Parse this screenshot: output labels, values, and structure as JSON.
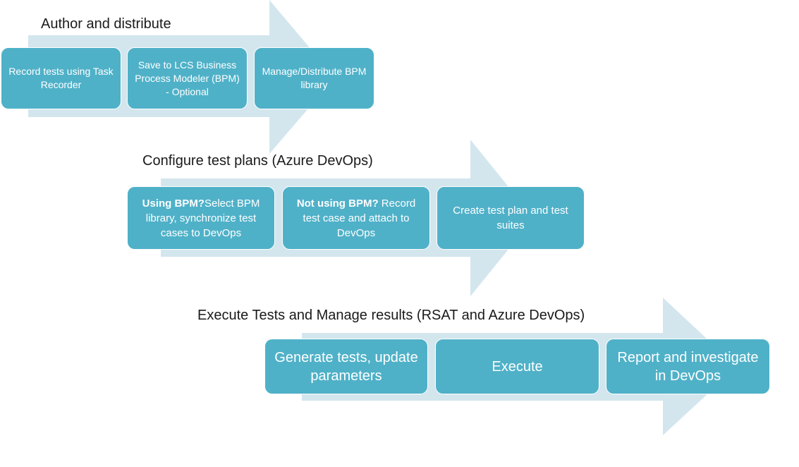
{
  "colors": {
    "arrow_fill": "#d3e6ee",
    "box_fill": "#4fb1c8",
    "box_text": "#ffffff",
    "title_text": "#1a1a1a"
  },
  "stages": [
    {
      "title": "Author and distribute",
      "boxes": [
        {
          "text": "Record tests using Task Recorder"
        },
        {
          "text": "Save to LCS Business Process Modeler (BPM) - Optional"
        },
        {
          "text": "Manage/Distribute BPM library"
        }
      ]
    },
    {
      "title": "Configure test plans (Azure DevOps)",
      "boxes": [
        {
          "bold": "Using BPM?",
          "text": "Select BPM library, synchronize test cases to DevOps"
        },
        {
          "bold": "Not using BPM?",
          "text": " Record test case and attach to DevOps"
        },
        {
          "text": "Create test plan and test suites"
        }
      ]
    },
    {
      "title": "Execute Tests and Manage results (RSAT and Azure DevOps)",
      "boxes": [
        {
          "text": "Generate tests, update parameters"
        },
        {
          "text": "Execute"
        },
        {
          "text": "Report and investigate in DevOps"
        }
      ]
    }
  ]
}
